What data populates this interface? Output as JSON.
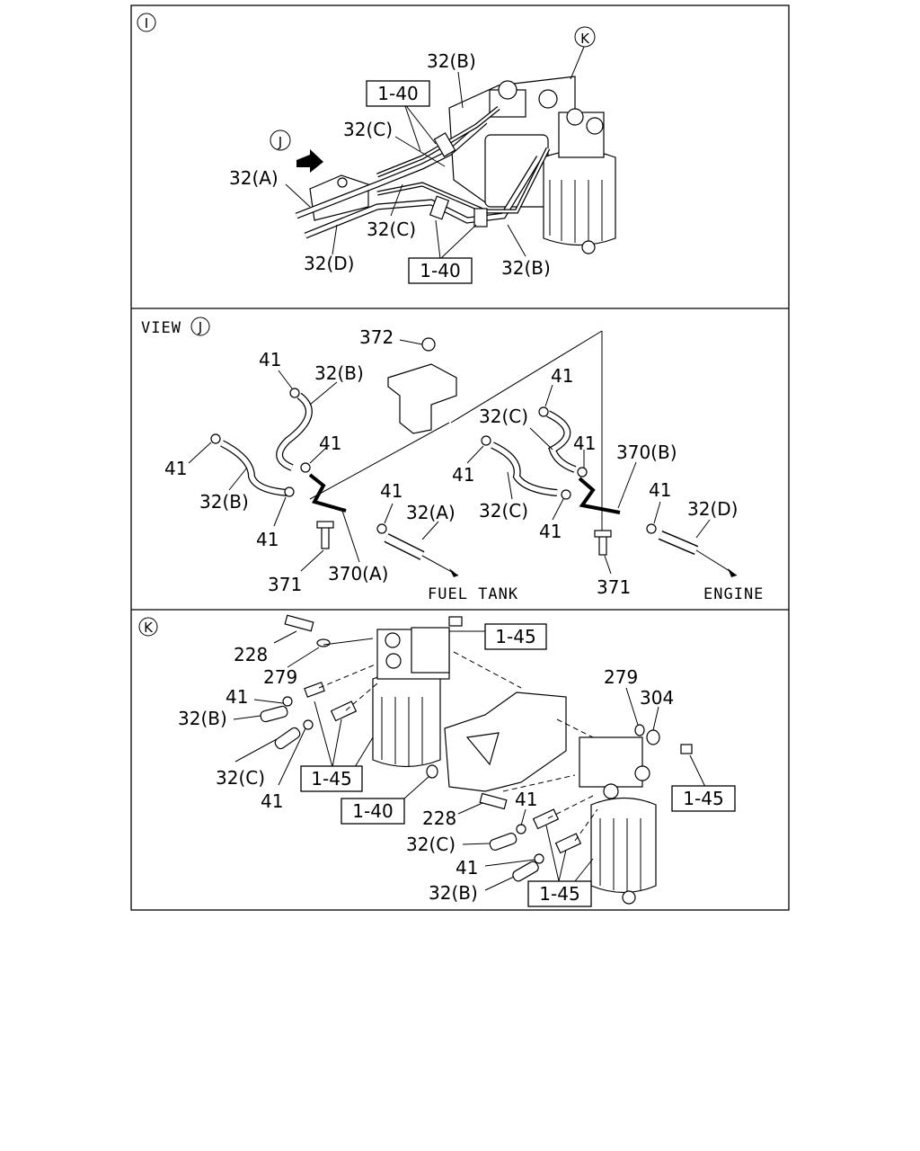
{
  "panels": {
    "I": {
      "marker": "I",
      "labels": {
        "hose_b_top": "32(B)",
        "ref_top": "1-40",
        "hose_c_top": "32(C)",
        "view_marker": "J",
        "hose_a": "32(A)",
        "hose_c_mid": "32(C)",
        "hose_d": "32(D)",
        "ref_bottom": "1-40",
        "hose_b_bottom": "32(B)",
        "detail_marker": "K"
      }
    },
    "J": {
      "view_prefix": "VIEW",
      "marker": "J",
      "labels": {
        "nut_372": "372",
        "clip_41_a": "41",
        "hose_32b_a": "32(B)",
        "clip_41_b": "41",
        "clip_41_c": "41",
        "hose_32b_b": "32(B)",
        "clip_41_d": "41",
        "clip_41_e": "41",
        "hose_32a": "32(A)",
        "bolt_371_a": "371",
        "pipe_370a": "370(A)",
        "clip_41_f": "41",
        "hose_32c_a": "32(C)",
        "clip_41_g": "41",
        "clip_41_h": "41",
        "hose_32c_b": "32(C)",
        "clip_41_i": "41",
        "pipe_370b": "370(B)",
        "clip_41_j": "41",
        "hose_32d": "32(D)",
        "bolt_371_b": "371"
      },
      "destination_left": "FUEL TANK",
      "destination_right": "ENGINE"
    },
    "K": {
      "marker": "K",
      "labels": {
        "bolt_228_a": "228",
        "washer_279_a": "279",
        "clip_41_a": "41",
        "hose_32b_a": "32(B)",
        "hose_32c_a": "32(C)",
        "clip_41_b": "41",
        "ref_145_a": "1-45",
        "ref_145_b": "1-45",
        "ref_140": "1-40",
        "bolt_228_b": "228",
        "clip_41_c": "41",
        "hose_32c_b": "32(C)",
        "clip_41_d": "41",
        "hose_32b_b": "32(B)",
        "ref_145_c": "1-45",
        "washer_279_b": "279",
        "nut_304": "304",
        "ref_145_d": "1-45"
      }
    }
  }
}
